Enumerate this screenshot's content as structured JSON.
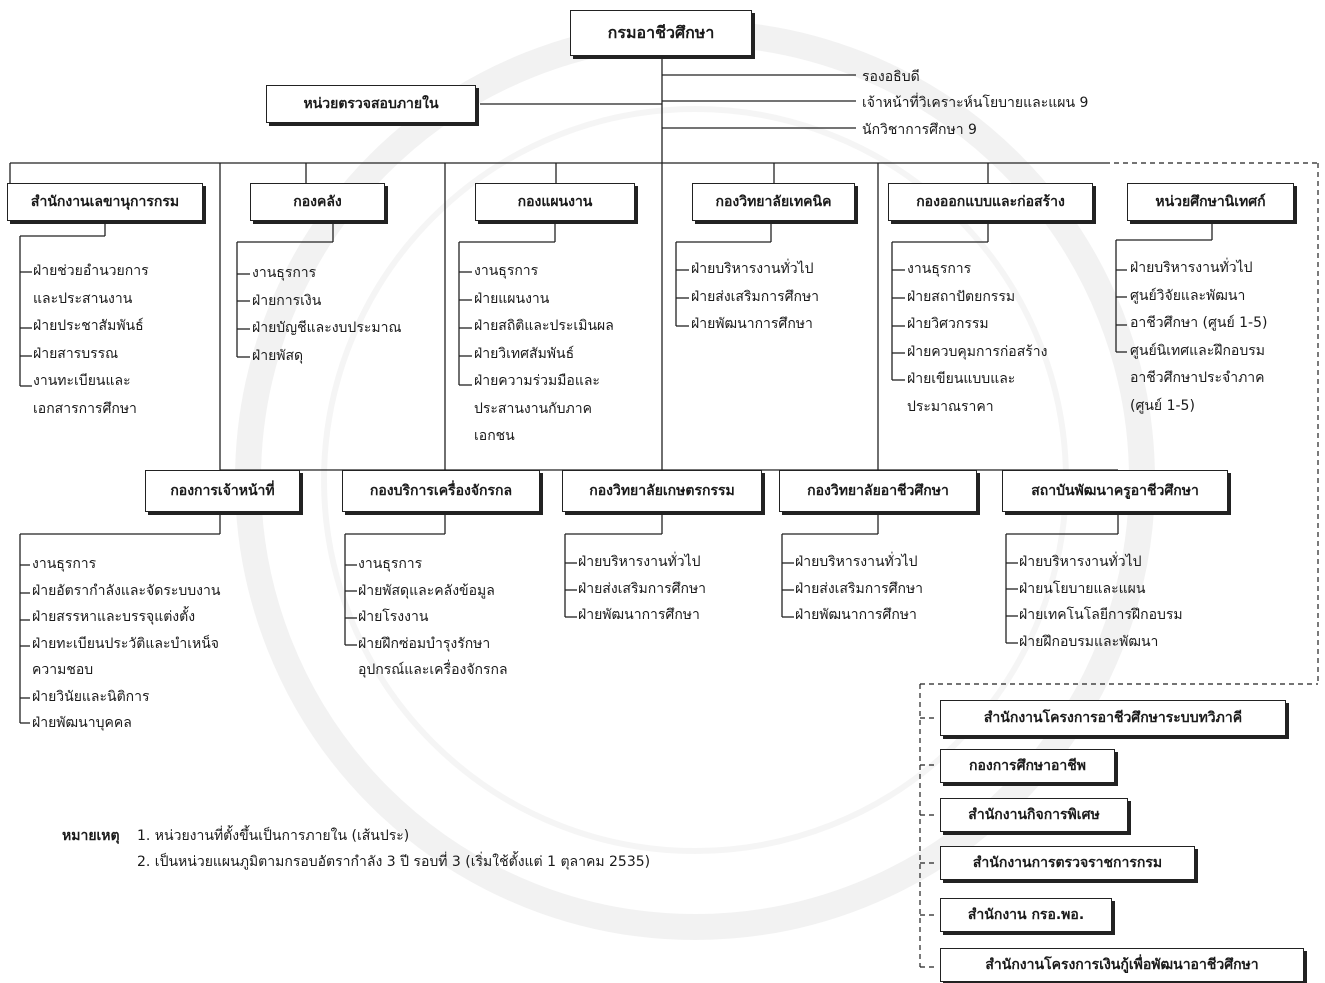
{
  "top": "กรมอาชีวศึกษา",
  "audit": "หน่วยตรวจสอบภายใน",
  "side_titles": [
    "รองอธิบดี",
    "เจ้าหน้าที่วิเคราะห์นโยบายและแผน 9",
    "นักวิชาการศึกษา 9"
  ],
  "row1": [
    {
      "title": "สำนักงานเลขานุการกรม",
      "items": [
        "ฝ่ายช่วยอำนวยการ",
        "และประสานงาน",
        "ฝ่ายประชาสัมพันธ์",
        "ฝ่ายสารบรรณ",
        "งานทะเบียนและ",
        "เอกสารการศึกษา"
      ]
    },
    {
      "title": "กองคลัง",
      "items": [
        "งานธุรการ",
        "ฝ่ายการเงิน",
        "ฝ่ายบัญชีและงบประมาณ",
        "ฝ่ายพัสดุ"
      ]
    },
    {
      "title": "กองแผนงาน",
      "items": [
        "งานธุรการ",
        "ฝ่ายแผนงาน",
        "ฝ่ายสถิติและประเมินผล",
        "ฝ่ายวิเทศสัมพันธ์",
        "ฝ่ายความร่วมมือและ",
        "ประสานงานกับภาค",
        "เอกชน"
      ]
    },
    {
      "title": "กองวิทยาลัยเทคนิค",
      "items": [
        "ฝ่ายบริหารงานทั่วไป",
        "ฝ่ายส่งเสริมการศึกษา",
        "ฝ่ายพัฒนาการศึกษา"
      ]
    },
    {
      "title": "กองออกแบบและก่อสร้าง",
      "items": [
        "งานธุรการ",
        "ฝ่ายสถาปัตยกรรม",
        "ฝ่ายวิศวกรรม",
        "ฝ่ายควบคุมการก่อสร้าง",
        "ฝ่ายเขียนแบบและ",
        "ประมาณราคา"
      ]
    },
    {
      "title": "หน่วยศึกษานิเทศก์",
      "items": [
        "ฝ่ายบริหารงานทั่วไป",
        "ศูนย์วิจัยและพัฒนา",
        "อาชีวศึกษา (ศูนย์ 1-5)",
        "ศูนย์นิเทศและฝึกอบรม",
        "อาชีวศึกษาประจำภาค",
        "(ศูนย์ 1-5)"
      ]
    }
  ],
  "row2": [
    {
      "title": "กองการเจ้าหน้าที่",
      "items": [
        "งานธุรการ",
        "ฝ่ายอัตรากำลังและจัดระบบงาน",
        "ฝ่ายสรรหาและบรรจุแต่งตั้ง",
        "ฝ่ายทะเบียนประวัติและบำเหน็จ",
        "ความชอบ",
        "ฝ่ายวินัยและนิติการ",
        "ฝ่ายพัฒนาบุคคล"
      ]
    },
    {
      "title": "กองบริการเครื่องจักรกล",
      "items": [
        "งานธุรการ",
        "ฝ่ายพัสดุและคลังข้อมูล",
        "ฝ่ายโรงงาน",
        "ฝ่ายฝึกซ่อมบำรุงรักษา",
        "อุปกรณ์และเครื่องจักรกล"
      ]
    },
    {
      "title": "กองวิทยาลัยเกษตรกรรม",
      "items": [
        "ฝ่ายบริหารงานทั่วไป",
        "ฝ่ายส่งเสริมการศึกษา",
        "ฝ่ายพัฒนาการศึกษา"
      ]
    },
    {
      "title": "กองวิทยาลัยอาชีวศึกษา",
      "items": [
        "ฝ่ายบริหารงานทั่วไป",
        "ฝ่ายส่งเสริมการศึกษา",
        "ฝ่ายพัฒนาการศึกษา"
      ]
    },
    {
      "title": "สถาบันพัฒนาครูอาชีวศึกษา",
      "items": [
        "ฝ่ายบริหารงานทั่วไป",
        "ฝ่ายนโยบายและแผน",
        "ฝ่ายเทคโนโลยีการฝึกอบรม",
        "ฝ่ายฝึกอบรมและพัฒนา"
      ]
    }
  ],
  "dashed_units": [
    "สำนักงานโครงการอาชีวศึกษาระบบทวิภาคี",
    "กองการศึกษาอาชีพ",
    "สำนักงานกิจการพิเศษ",
    "สำนักงานการตรวจราชการกรม",
    "สำนักงาน กรอ.พอ.",
    "สำนักงานโครงการเงินกู้เพื่อพัฒนาอาชีวศึกษา"
  ],
  "notes": {
    "label": "หมายเหตุ",
    "lines": [
      "1.  หน่วยงานที่ตั้งขึ้นเป็นการภายใน (เส้นประ)",
      "2.  เป็นหน่วยแผนภูมิตามกรอบอัตรากำลัง 3 ปี รอบที่ 3 (เริ่มใช้ตั้งแต่ 1 ตุลาคม 2535)"
    ]
  }
}
